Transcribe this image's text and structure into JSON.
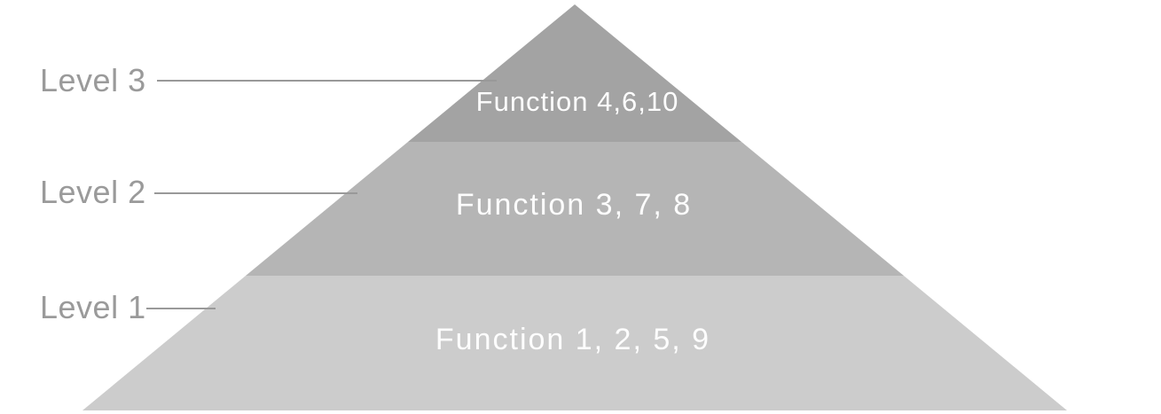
{
  "diagram": {
    "type": "pyramid",
    "background": "#ffffff",
    "levels": [
      {
        "label": "Level 1",
        "content": "Function 1, 2, 5, 9",
        "color": "#cccccc"
      },
      {
        "label": "Level 2",
        "content": "Function 3, 7, 8",
        "color": "#b5b5b5"
      },
      {
        "label": "Level 3",
        "content": "Function 4,6,10",
        "color": "#a3a3a3"
      }
    ],
    "colors": {
      "label_text": "#9a9a9a",
      "leader_line": "#999999",
      "content_text": "#fdfdfd"
    }
  }
}
